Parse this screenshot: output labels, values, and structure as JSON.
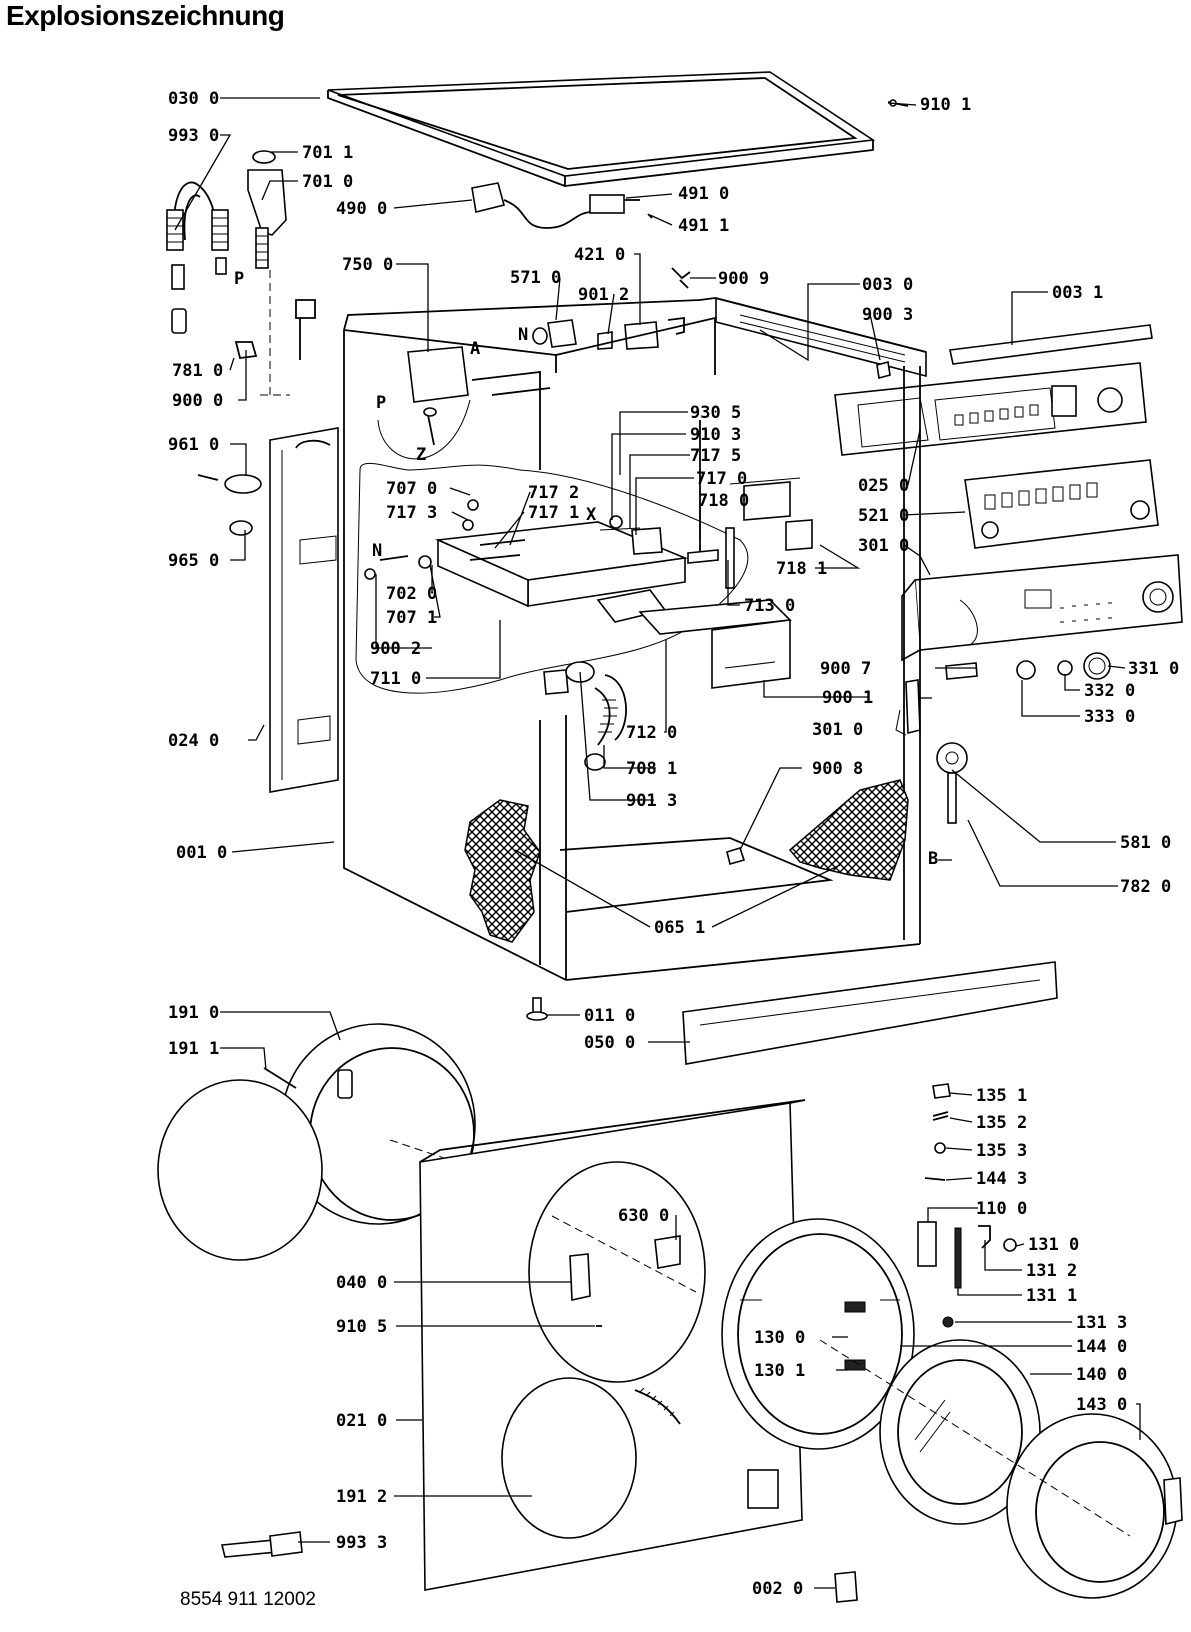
{
  "title": "Explosionszeichnung",
  "document_number": "8554 911 12002",
  "part_labels": [
    "030 0",
    "910 1",
    "993 0",
    "701 1",
    "701 0",
    "490 0",
    "491 0",
    "491 1",
    "750 0",
    "421 0",
    "571 0",
    "901 2",
    "900 9",
    "003 0",
    "900 3",
    "003 1",
    "781 0",
    "900 0",
    "930 5",
    "910 3",
    "717 5",
    "717 0",
    "718 0",
    "961 0",
    "707 0",
    "717 3",
    "717 2",
    "717 1",
    "025 0",
    "521 0",
    "301 0",
    "965 0",
    "718 1",
    "702 0",
    "707 1",
    "900 2",
    "713 0",
    "711 0",
    "900 7",
    "331 0",
    "900 1",
    "332 0",
    "333 0",
    "301 0",
    "712 0",
    "708 1",
    "024 0",
    "901 3",
    "900 8",
    "581 0",
    "001 0",
    "782 0",
    "065 1",
    "191 0",
    "011 0",
    "050 0",
    "191 1",
    "135 1",
    "135 2",
    "135 3",
    "144 3",
    "630 0",
    "110 0",
    "131 0",
    "040 0",
    "131 2",
    "131 1",
    "910 5",
    "130 0",
    "131 3",
    "144 0",
    "130 1",
    "140 0",
    "021 0",
    "143 0",
    "191 2",
    "993 3",
    "002 0"
  ],
  "callout_letters": [
    "P",
    "A",
    "N",
    "P",
    "Z",
    "X",
    "N",
    "B"
  ]
}
